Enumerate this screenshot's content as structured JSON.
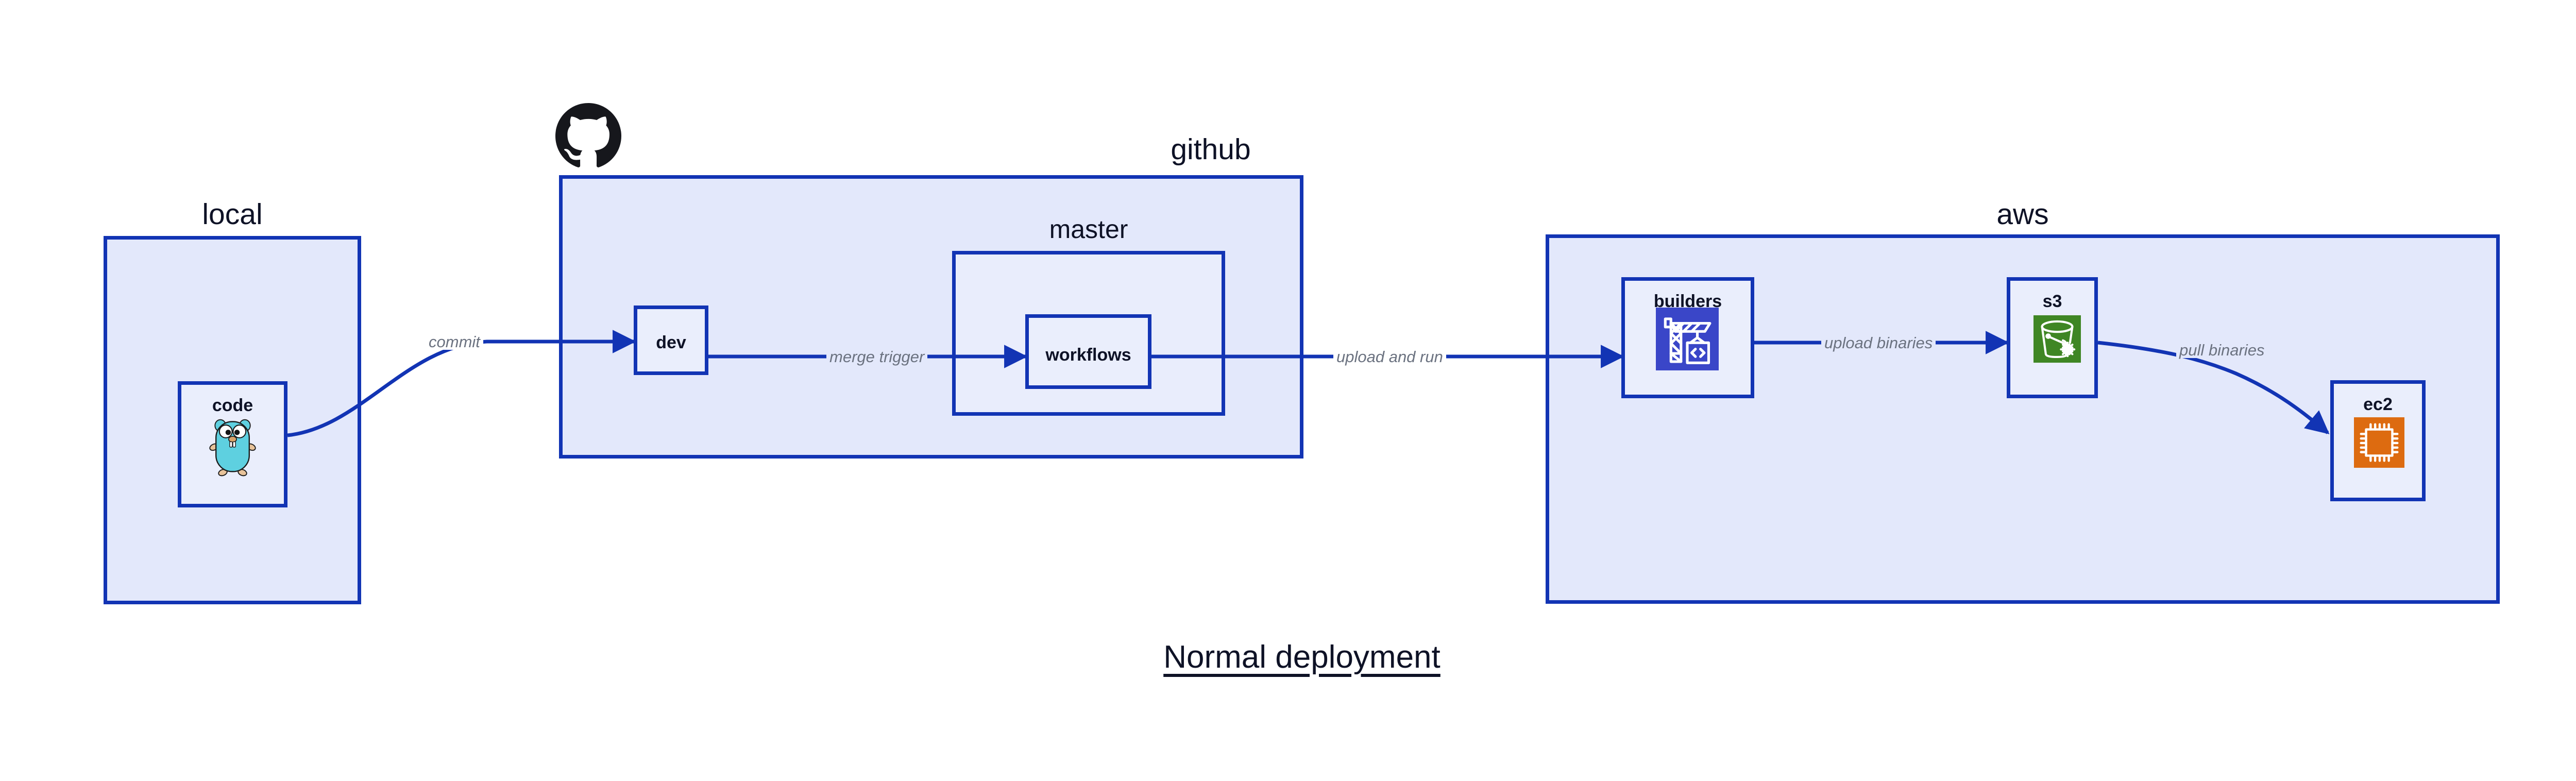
{
  "diagram": {
    "caption": "Normal deployment",
    "accent_border": "#1234b4",
    "zone_fill": "#e3e8fb",
    "node_fill": "#eaeefc",
    "label_color": "#6b7280",
    "text_color": "#0e1226"
  },
  "zones": [
    {
      "id": "local",
      "label": "local"
    },
    {
      "id": "github",
      "label": "github"
    },
    {
      "id": "aws",
      "label": "aws"
    }
  ],
  "groups": [
    {
      "id": "master",
      "label": "master"
    }
  ],
  "nodes": [
    {
      "id": "code",
      "label": "code",
      "icon": "go-gopher-icon",
      "icon_color": "#5ed0e0"
    },
    {
      "id": "dev",
      "label": "dev",
      "icon": null,
      "icon_color": null
    },
    {
      "id": "workflows",
      "label": "workflows",
      "icon": null,
      "icon_color": null
    },
    {
      "id": "builders",
      "label": "builders",
      "icon": "aws-codebuild-icon",
      "icon_color": "#3a46c8"
    },
    {
      "id": "s3",
      "label": "s3",
      "icon": "aws-s3-glacier-icon",
      "icon_color": "#3f8624"
    },
    {
      "id": "ec2",
      "label": "ec2",
      "icon": "aws-ec2-icon",
      "icon_color": "#dd6b10"
    }
  ],
  "edges": [
    {
      "id": "commit",
      "label": "commit",
      "from": "code",
      "to": "dev"
    },
    {
      "id": "merge-trigger",
      "label": "merge trigger",
      "from": "dev",
      "to": "workflows"
    },
    {
      "id": "upload-and-run",
      "label": "upload and run",
      "from": "workflows",
      "to": "builders"
    },
    {
      "id": "upload-binaries",
      "label": "upload binaries",
      "from": "builders",
      "to": "s3"
    },
    {
      "id": "pull-binaries",
      "label": "pull binaries",
      "from": "s3",
      "to": "ec2"
    }
  ],
  "logos": [
    {
      "id": "github-logo",
      "name": "github-octocat-logo",
      "color": "#16171c"
    }
  ]
}
